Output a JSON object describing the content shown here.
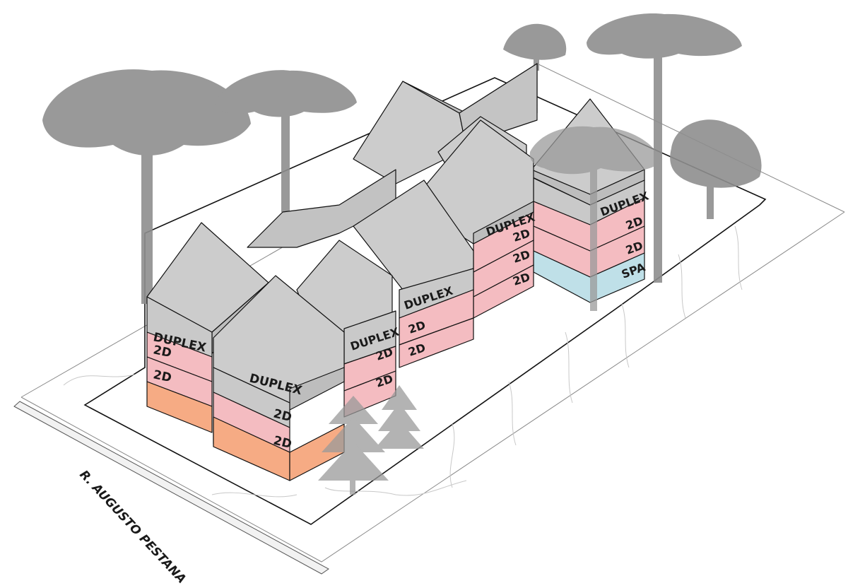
{
  "street_name": "R. AUGUSTO PESTANA",
  "colors": {
    "roof": "#cccccc",
    "roof_dark": "#b9b9b9",
    "duplex": "#c9c9c9",
    "apartment_2d": "#f4bcc1",
    "ground_floor": "#f6ab84",
    "spa": "#bfe0e8",
    "tree": "#8e8e8e",
    "outline": "#111111"
  },
  "building_labels": {
    "duplex": "DUPLEX",
    "apartment": "2D",
    "spa": "SPA"
  },
  "blocks": [
    {
      "id": "block-front-left",
      "floors": [
        "DUPLEX",
        "2D",
        "2D",
        ""
      ]
    },
    {
      "id": "block-front-center",
      "floors": [
        "DUPLEX",
        "2D",
        "2D",
        ""
      ]
    },
    {
      "id": "block-middle",
      "floors": [
        "DUPLEX",
        "2D",
        "2D"
      ]
    },
    {
      "id": "block-middle-right",
      "floors": [
        "DUPLEX",
        "2D"
      ]
    },
    {
      "id": "block-rear",
      "floors": [
        "DUPLEX",
        "2D",
        "2D"
      ]
    },
    {
      "id": "block-far-right",
      "floors": [
        "DUPLEX",
        "2D",
        "2D",
        "SPA"
      ]
    }
  ]
}
